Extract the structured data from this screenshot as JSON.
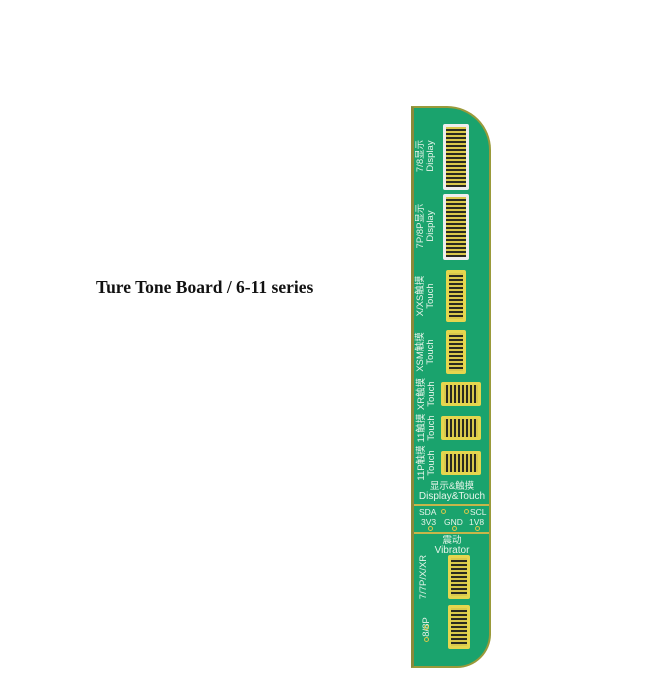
{
  "title": "Ture Tone Board / 6-11 series",
  "board": {
    "connectors": [
      {
        "cn": "7/8显示",
        "en": "Display"
      },
      {
        "cn": "7P/8P显示",
        "en": "Display"
      },
      {
        "cn": "X/XS触摸",
        "en": "Touch"
      },
      {
        "cn": "XSM触摸",
        "en": "Touch"
      },
      {
        "cn": "XR触摸",
        "en": "Touch"
      },
      {
        "cn": "11触摸",
        "en": "Touch"
      },
      {
        "cn": "11P触摸",
        "en": "Touch"
      }
    ],
    "section_cn": "显示&触摸",
    "section_en": "Display&Touch",
    "pins": {
      "sda": "SDA",
      "scl": "SCL",
      "v3": "3V3",
      "gnd": "GND",
      "v18": "1V8"
    },
    "vib_cn": "震动",
    "vib_en": "Vibrator",
    "vib_connectors": [
      "7/7P/X/XR",
      "8/8P"
    ],
    "colors": {
      "board": "#1aa36d",
      "gold": "#d9c84a"
    }
  }
}
